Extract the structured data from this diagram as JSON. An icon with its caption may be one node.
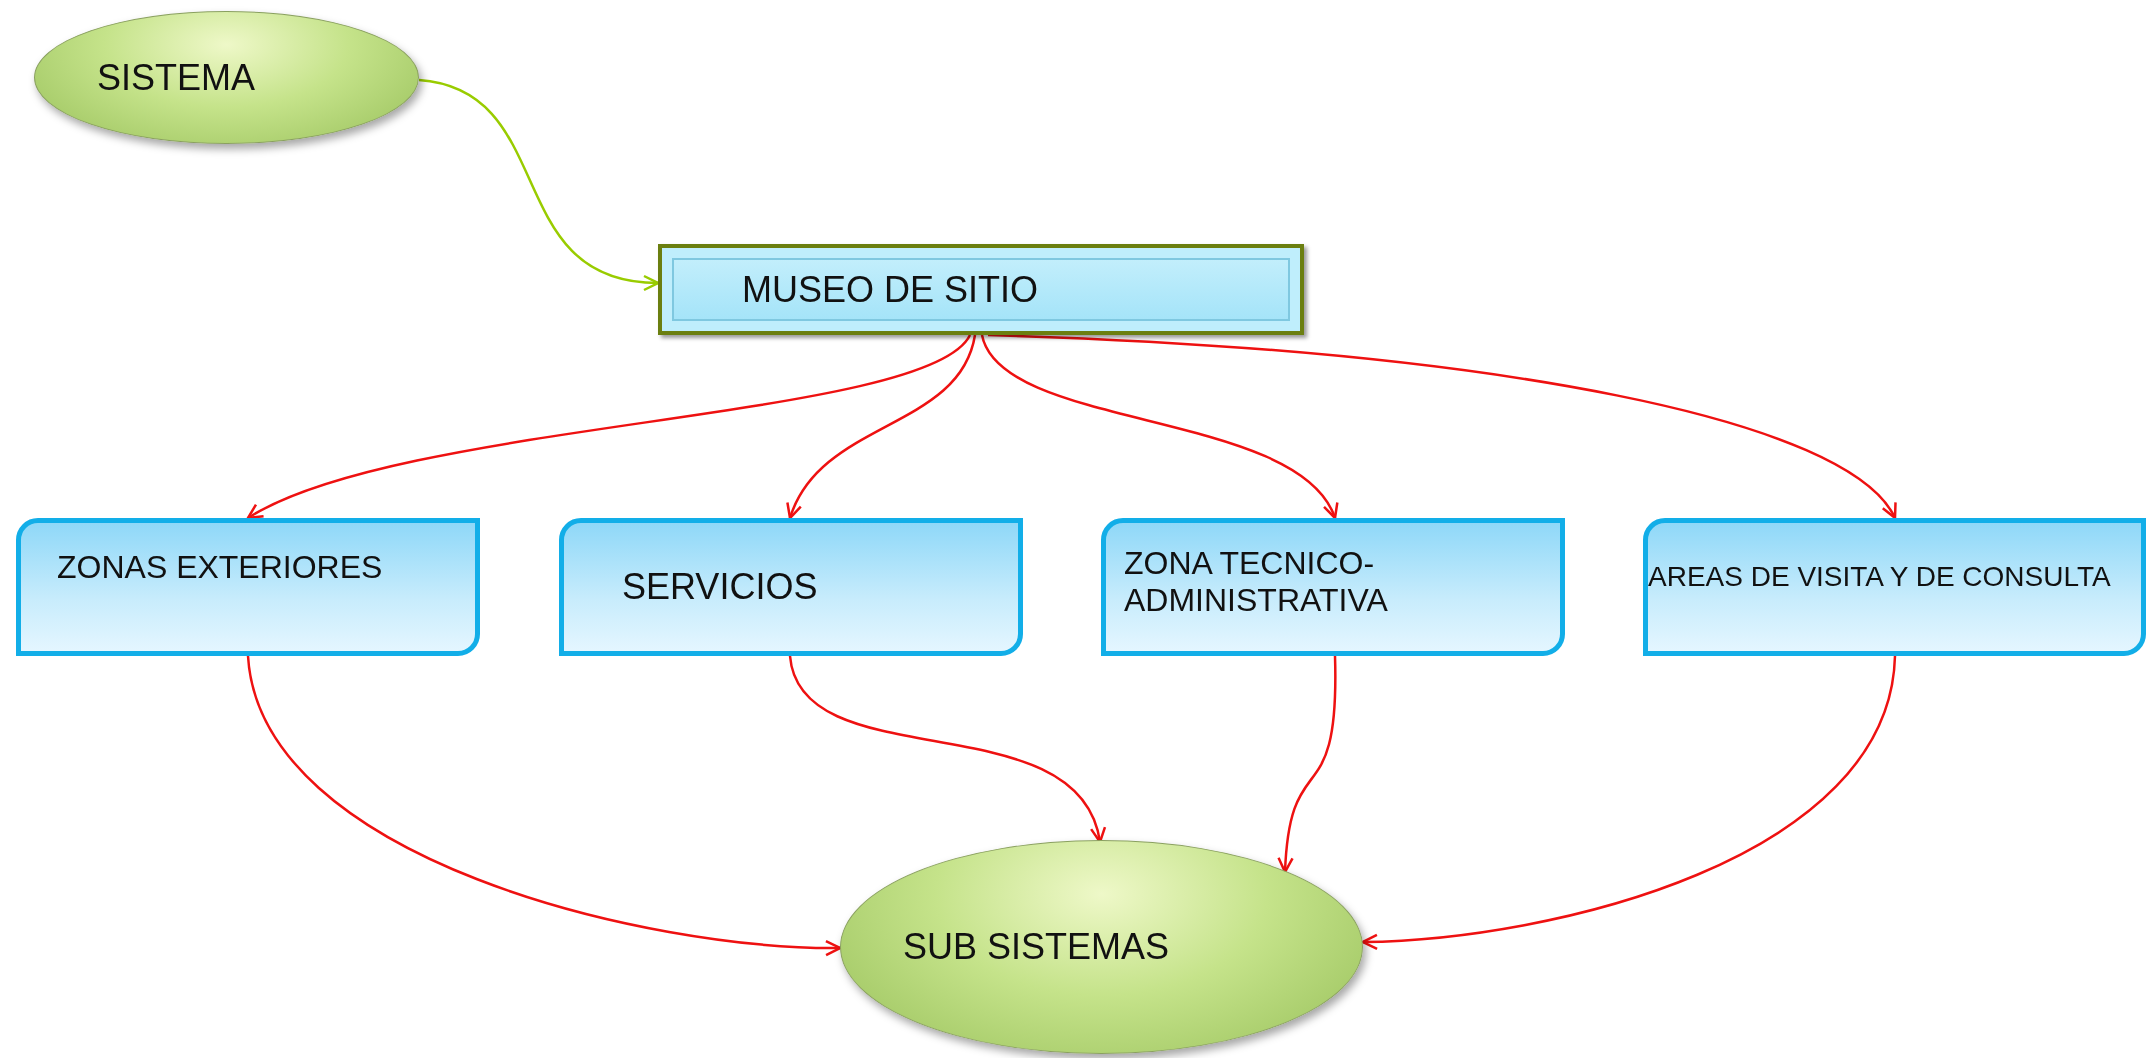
{
  "diagram": {
    "nodes": [
      {
        "text": [
          "SISTEMA"
        ]
      },
      {
        "text": [
          "MUSEO DE SITIO"
        ]
      },
      {
        "text": [
          "ZONAS EXTERIORES"
        ]
      },
      {
        "text": [
          "SERVICIOS"
        ]
      },
      {
        "text": [
          "ZONA TECNICO-ADMINISTRATIVA"
        ]
      },
      {
        "text": [
          "AREAS DE VISITA Y DE CONSULTA"
        ]
      },
      {
        "text": [
          "SUB SISTEMAS"
        ]
      }
    ],
    "edges": [
      {
        "from": 0,
        "to": 1,
        "arrow": "to",
        "color": "#99cc00"
      },
      {
        "from": 1,
        "to": 2,
        "arrow": "to"
      },
      {
        "from": 1,
        "to": 3,
        "arrow": "to"
      },
      {
        "from": 1,
        "to": 4,
        "arrow": "to"
      },
      {
        "from": 1,
        "to": 5,
        "arrow": "to"
      },
      {
        "from": 2,
        "to": 6,
        "arrow": "to"
      },
      {
        "from": 3,
        "to": 6,
        "arrow": "to"
      },
      {
        "from": 4,
        "to": 6,
        "arrow": "to"
      },
      {
        "from": 5,
        "to": 6,
        "arrow": "to"
      }
    ]
  }
}
